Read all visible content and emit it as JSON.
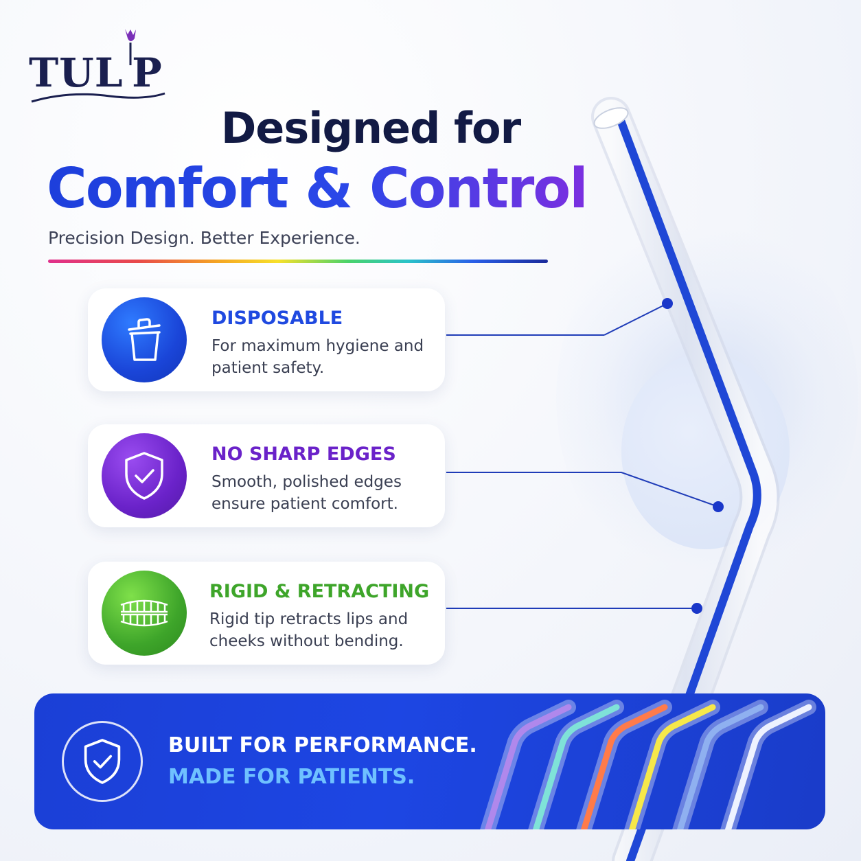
{
  "brand": {
    "logo_text": "TUL P"
  },
  "headline": {
    "line1": "Designed for",
    "line2": "Comfort & Control",
    "subtitle": "Precision Design. Better Experience."
  },
  "features": [
    {
      "title": "DISPOSABLE",
      "desc": "For maximum hygiene and patient safety.",
      "icon": "trash-bin-icon",
      "color": "#1f49e0"
    },
    {
      "title": "NO SHARP EDGES",
      "desc": "Smooth, polished edges ensure patient comfort.",
      "icon": "shield-check-icon",
      "color": "#6a22c9"
    },
    {
      "title": "RIGID & RETRACTING",
      "desc": "Rigid tip retracts lips and cheeks without bending.",
      "icon": "teeth-icon",
      "color": "#3ea52a"
    }
  ],
  "banner": {
    "line1": "BUILT FOR PERFORMANCE.",
    "line2": "MADE FOR PATIENTS.",
    "icon": "shield-check-icon"
  },
  "tip_colors": [
    "#b088ec",
    "#7fe2d8",
    "#ff7b4a",
    "#f6e84a",
    "#8fb0f0",
    "#eef2ff"
  ]
}
